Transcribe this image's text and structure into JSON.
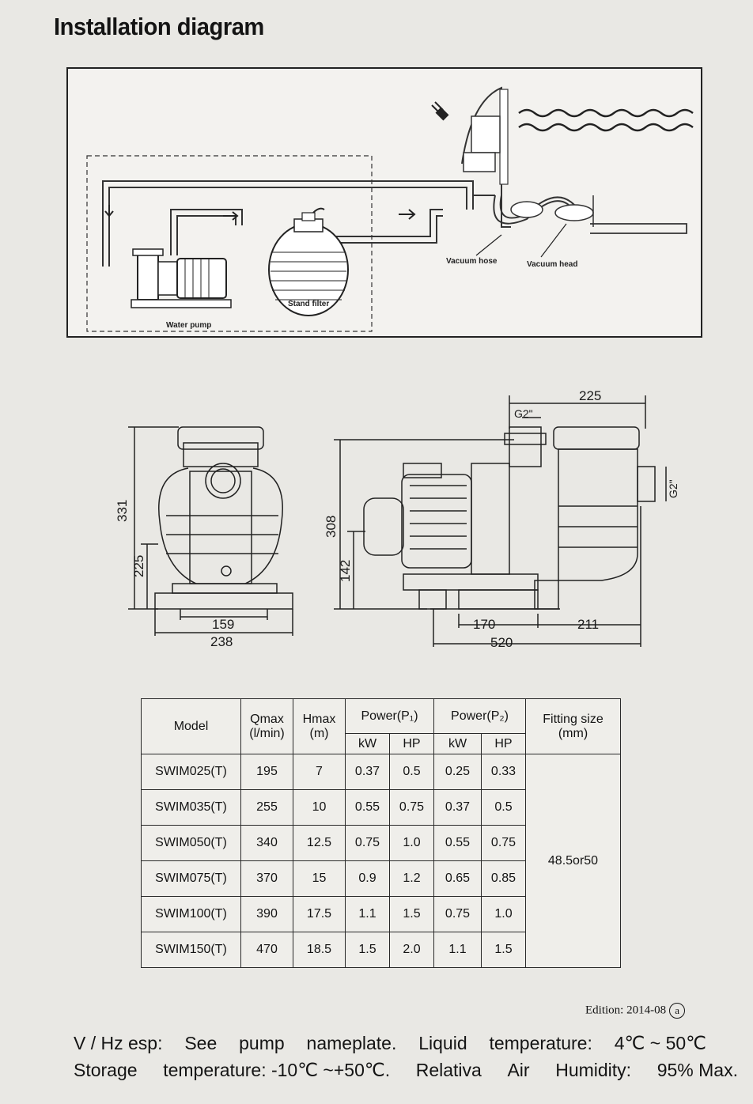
{
  "title": "Installation diagram",
  "diagram": {
    "labels": {
      "water_pump": "Water pump",
      "stand_filter": "Stand filter",
      "vacuum_hose": "Vacuum hose",
      "vacuum_head": "Vacuum head"
    }
  },
  "dimensions": {
    "front": {
      "height_total": "331",
      "height_axis": "225",
      "base_inner": "159",
      "base_outer": "238"
    },
    "side": {
      "height_total": "308",
      "height_axis": "142",
      "top_len": "225",
      "inlet_top": "G2\"",
      "inlet_side": "G2\"",
      "base_left": "170",
      "base_right": "211",
      "total_len": "520"
    }
  },
  "table": {
    "headers": {
      "model": "Model",
      "qmax": "Qmax",
      "qmax_unit": "(l/min)",
      "hmax": "Hmax",
      "hmax_unit": "(m)",
      "p1": "Power(P₁)",
      "p2": "Power(P₂)",
      "fitting": "Fitting size",
      "fitting_unit": "(mm)",
      "kw": "kW",
      "hp": "HP"
    },
    "rows": [
      [
        "SWIM025(T)",
        "195",
        "7",
        "0.37",
        "0.5",
        "0.25",
        "0.33"
      ],
      [
        "SWIM035(T)",
        "255",
        "10",
        "0.55",
        "0.75",
        "0.37",
        "0.5"
      ],
      [
        "SWIM050(T)",
        "340",
        "12.5",
        "0.75",
        "1.0",
        "0.55",
        "0.75"
      ],
      [
        "SWIM075(T)",
        "370",
        "15",
        "0.9",
        "1.2",
        "0.65",
        "0.85"
      ],
      [
        "SWIM100(T)",
        "390",
        "17.5",
        "1.1",
        "1.5",
        "0.75",
        "1.0"
      ],
      [
        "SWIM150(T)",
        "470",
        "18.5",
        "1.5",
        "2.0",
        "1.1",
        "1.5"
      ]
    ],
    "fitting_value": "48.5or50"
  },
  "edition": {
    "label": "Edition: 2014-08",
    "mark": "a"
  },
  "footer": {
    "line1": [
      "V / Hz esp:",
      "See",
      "pump",
      "nameplate.",
      "Liquid",
      "temperature:",
      "4℃ ~ 50℃"
    ],
    "line2": [
      "Storage",
      "temperature: -10℃ ~+50℃.",
      "Relativa",
      "Air",
      "Humidity:",
      "95% Max."
    ]
  }
}
